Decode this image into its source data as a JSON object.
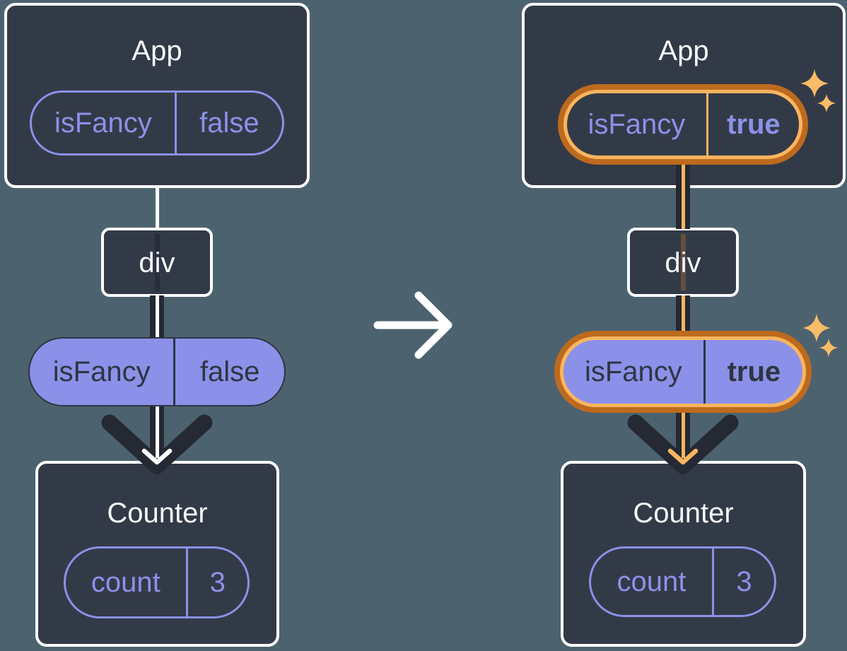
{
  "colors": {
    "background": "#4D626F",
    "box-fill": "#333A47",
    "box-border": "#FFFFFF",
    "purple": "#8B91E8",
    "dark-text": "#2E3542",
    "pipe": "#242933",
    "orange-dark": "#BD6A1E",
    "orange-light": "#F9B55F",
    "sparkle": "#F9BC68",
    "white-text": "#F7F8FA"
  },
  "icons": {
    "transition": "right-arrow",
    "highlight": "sparkle",
    "prop_flow": "down-arrow"
  },
  "before": {
    "app": {
      "title": "App",
      "prop_key": "isFancy",
      "prop_value": "false"
    },
    "div_node": {
      "label": "div"
    },
    "passed_prop": {
      "key": "isFancy",
      "value": "false"
    },
    "counter": {
      "title": "Counter",
      "state_key": "count",
      "state_value": "3"
    }
  },
  "after": {
    "app": {
      "title": "App",
      "prop_key": "isFancy",
      "prop_value": "true"
    },
    "div_node": {
      "label": "div"
    },
    "passed_prop": {
      "key": "isFancy",
      "value": "true"
    },
    "counter": {
      "title": "Counter",
      "state_key": "count",
      "state_value": "3"
    }
  }
}
